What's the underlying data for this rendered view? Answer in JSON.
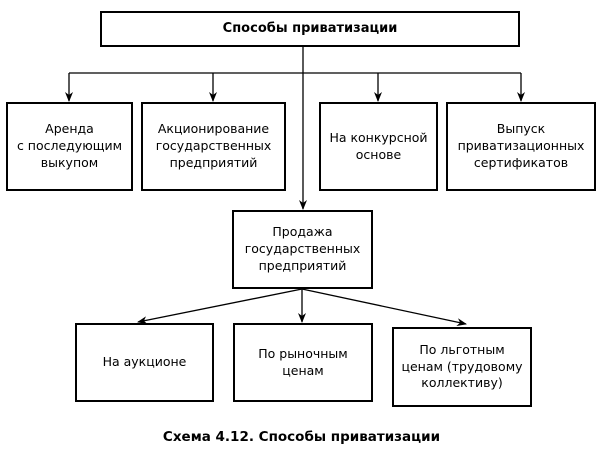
{
  "root": {
    "label": "Способы приватизации"
  },
  "methods": [
    {
      "lines": [
        "Аренда",
        "с последующим",
        "выкупом"
      ]
    },
    {
      "lines": [
        "Акционирование",
        "государственных",
        "предприятий"
      ]
    },
    {
      "lines": [
        "На конкурсной",
        "основе"
      ]
    },
    {
      "lines": [
        "Выпуск",
        "приватизационных",
        "сертификатов"
      ]
    }
  ],
  "sale": {
    "lines": [
      "Продажа",
      "государственных",
      "предприятий"
    ]
  },
  "sale_methods": [
    {
      "lines": [
        "На аукционе"
      ]
    },
    {
      "lines": [
        "По рыночным",
        "ценам"
      ]
    },
    {
      "lines": [
        "По льготным",
        "ценам (трудовому",
        "коллективу)"
      ]
    }
  ],
  "caption": "Схема 4.12. Способы приватизации",
  "colors": {
    "line": "#000000",
    "background": "#ffffff"
  }
}
